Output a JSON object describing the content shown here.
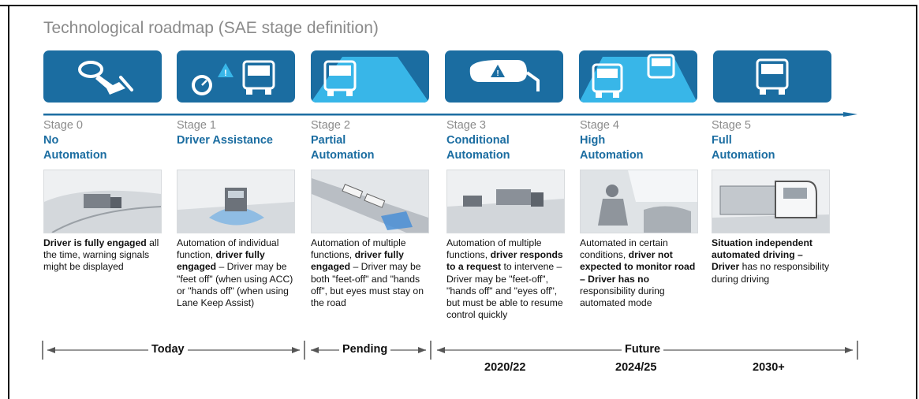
{
  "title": "Technological roadmap (SAE stage definition)",
  "colors": {
    "accent": "#1b6da1",
    "light_accent": "#38b6e8",
    "stage_grey": "#8c8c8c"
  },
  "stages": [
    {
      "num": "Stage 0",
      "name_line1": "No",
      "name_line2": "Automation",
      "icon": "hand-on-steering-wheel-icon",
      "photo": "truck-on-highway-photo",
      "desc": [
        {
          "t": "Driver is fully engaged",
          "b": true
        },
        {
          "t": " all the time, warning signals might be displayed",
          "b": false
        }
      ]
    },
    {
      "num": "Stage 1",
      "name_line1": "Driver Assistance",
      "name_line2": "",
      "icon": "speedometer-warning-truck-icon",
      "photo": "truck-with-sensor-field-photo",
      "desc": [
        {
          "t": "Automation of individual function, ",
          "b": false
        },
        {
          "t": "driver fully engaged",
          "b": true
        },
        {
          "t": " – Driver may be \"feet off\" (when using ACC) or \"hands off\" (when using Lane Keep Assist)",
          "b": false
        }
      ]
    },
    {
      "num": "Stage 2",
      "name_line1": "Partial",
      "name_line2": "Automation",
      "icon": "truck-in-lane-icon",
      "photo": "trucks-on-road-aerial-photo",
      "desc": [
        {
          "t": "Automation of multiple functions, ",
          "b": false
        },
        {
          "t": "driver fully engaged",
          "b": true
        },
        {
          "t": " – Driver may be both \"feet-off\" and \"hands off\", but eyes must stay on the road",
          "b": false
        }
      ]
    },
    {
      "num": "Stage 3",
      "name_line1": "Conditional",
      "name_line2": "Automation",
      "icon": "mirror-warning-icon",
      "photo": "truck-overtaking-photo",
      "desc": [
        {
          "t": "Automation of multiple functions, ",
          "b": false
        },
        {
          "t": "driver responds to a request",
          "b": true
        },
        {
          "t": " to intervene – Driver may be \"feet-off\", \"hands off\" and \"eyes off\", but must be able to resume control quickly",
          "b": false
        }
      ]
    },
    {
      "num": "Stage 4",
      "name_line1": "High",
      "name_line2": "Automation",
      "icon": "two-trucks-in-lane-icon",
      "photo": "driver-relaxing-in-cab-photo",
      "desc": [
        {
          "t": "Automated in certain conditions, ",
          "b": false
        },
        {
          "t": "driver not expected to monitor road – Driver has no",
          "b": true
        },
        {
          "t": " responsibility during automated mode",
          "b": false
        }
      ]
    },
    {
      "num": "Stage 5",
      "name_line1": "Full",
      "name_line2": "Automation",
      "icon": "driverless-truck-icon",
      "photo": "driverless-truck-photo",
      "desc": [
        {
          "t": "Situation independent automated driving",
          "b": true
        },
        {
          "t": " – Driver",
          "b": true
        },
        {
          "t": " has no responsibility during driving",
          "b": false
        }
      ]
    }
  ],
  "timeline": {
    "today": "Today",
    "pending": "Pending",
    "future": "Future",
    "years": [
      "2020/22",
      "2024/25",
      "2030+"
    ]
  }
}
